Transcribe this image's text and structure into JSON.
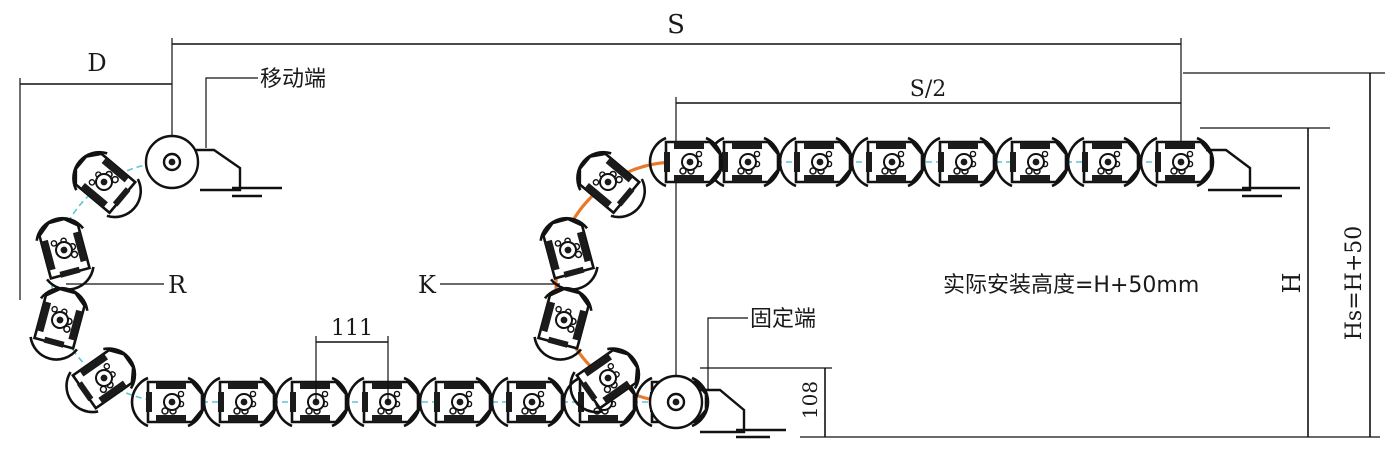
{
  "labels": {
    "S": "S",
    "D": "D",
    "S_half": "S/2",
    "moving_end": "移动端",
    "fixed_end": "固定端",
    "R": "R",
    "K": "K",
    "pitch": "111",
    "install_height": "实际安装高度=H+50mm",
    "H": "H",
    "Hs": "Hs=H+50",
    "height_108": "108"
  },
  "colors": {
    "ink": "#111111",
    "centerline": "#5fc4d8",
    "bend_radius": "#e8782a",
    "link_fill": "#ffffff",
    "link_dark": "#1b1b1b"
  }
}
